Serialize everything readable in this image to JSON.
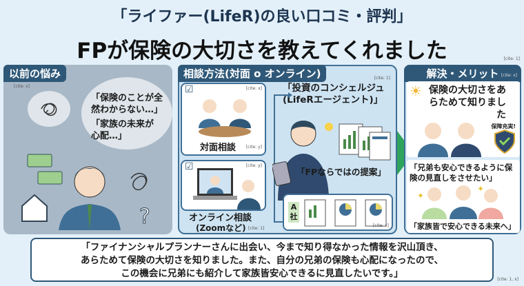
{
  "title": {
    "line1": "「ライファー(LifeR)の良い口コミ・評判」",
    "line2": "FPが保険の大切さを教えてくれました"
  },
  "left": {
    "tag": "以前の悩み",
    "cite": "[cite: x]",
    "quote1": "「保険のことが全然わからない…」",
    "quote2": "「家族の未来が心配…」"
  },
  "middle": {
    "tag": "相談方法(対面 o オンライン)",
    "cite_top": "[cite: 1]",
    "face": {
      "label": "対面相談",
      "cite1": "[cite: x]",
      "cite2": "[cite: y]"
    },
    "online": {
      "label": "オンライン相談",
      "sub": "(Zoomなど)",
      "cite1": "[cite: y]",
      "cite2": "[cite: 1]"
    },
    "concierge": "「投資のコンシェルジュ(LifeRエージェント)」",
    "proposal": "「FPならではの提案」",
    "company": "A社",
    "cite_bottom": "[cite: x]"
  },
  "right": {
    "tag": "解決・メリット",
    "cite": "[cite: x]",
    "benefit": "保険の大切さをあらためて知りました",
    "badge": "保障充実!",
    "quote1": "「兄弟も安心できるように保険の見直しをさせたい」",
    "quote2": "「家族皆で安心できる未来へ」"
  },
  "bottom": {
    "line1": "「ファイナンシャルプランナーさんに出会い、今まで知り得なかった情報を沢山頂き、",
    "line2": "あらためて保険の大切さを知りました。また、自分の兄弟の保険も心配になったので、",
    "line3": "この機会に兄弟にも紹介して家族皆安心できるに見直したいです。」",
    "cite": "[cite: 1, x]"
  },
  "colors": {
    "navy": "#2f5878",
    "green": "#2fa45c",
    "bg": "#e3f0f9"
  }
}
